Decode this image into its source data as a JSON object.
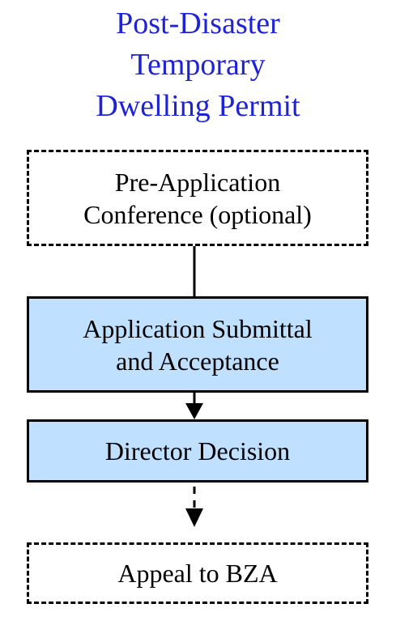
{
  "title": {
    "line1": "Post-Disaster",
    "line2": "Temporary",
    "line3": "Dwelling Permit"
  },
  "colors": {
    "title": "#1f23d6",
    "box_fill_solid": "#bfe0ff",
    "box_fill_dashed": "#ffffff",
    "stroke": "#000000"
  },
  "steps": [
    {
      "lines": [
        "Pre-Application",
        "Conference (optional)"
      ],
      "style": "dashed"
    },
    {
      "lines": [
        "Application Submittal",
        "and Acceptance"
      ],
      "style": "solid"
    },
    {
      "lines": [
        "Director Decision"
      ],
      "style": "solid"
    },
    {
      "lines": [
        "Appeal to BZA"
      ],
      "style": "dashed"
    }
  ],
  "connectors": [
    {
      "from": 0,
      "to": 1,
      "line": "solid",
      "arrow": false
    },
    {
      "from": 1,
      "to": 2,
      "line": "solid",
      "arrow": true
    },
    {
      "from": 2,
      "to": 3,
      "line": "dashed",
      "arrow": true
    }
  ]
}
